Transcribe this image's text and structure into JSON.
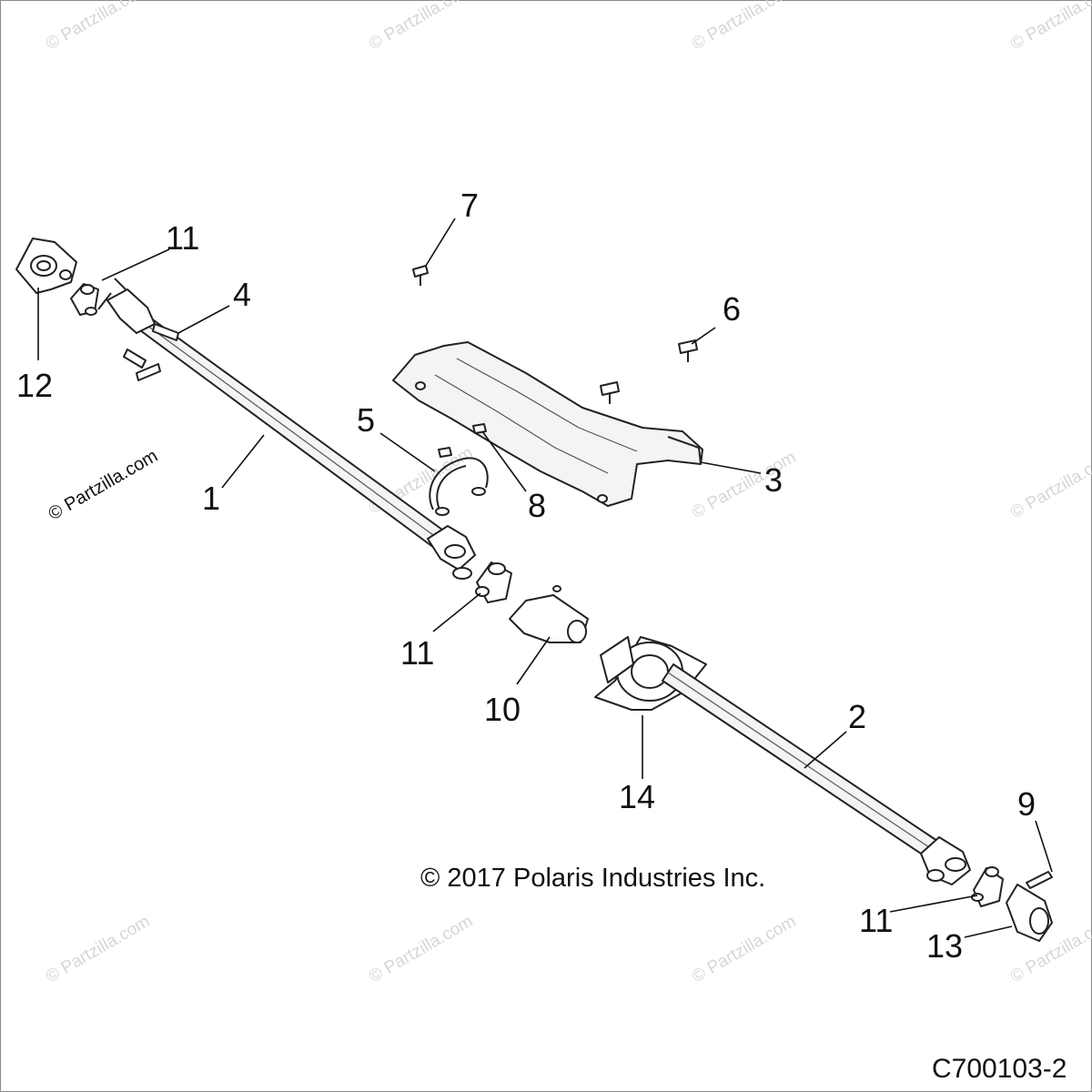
{
  "watermark": "© Partzilla.com",
  "copyright": "© 2017 Polaris Industries Inc.",
  "diagram_code": "C700103-2",
  "callouts": {
    "c1": "1",
    "c2": "2",
    "c3": "3",
    "c4": "4",
    "c5": "5",
    "c6": "6",
    "c7": "7",
    "c8": "8",
    "c9": "9",
    "c10": "10",
    "c11a": "11",
    "c11b": "11",
    "c11c": "11",
    "c12": "12",
    "c13": "13",
    "c14": "14"
  }
}
